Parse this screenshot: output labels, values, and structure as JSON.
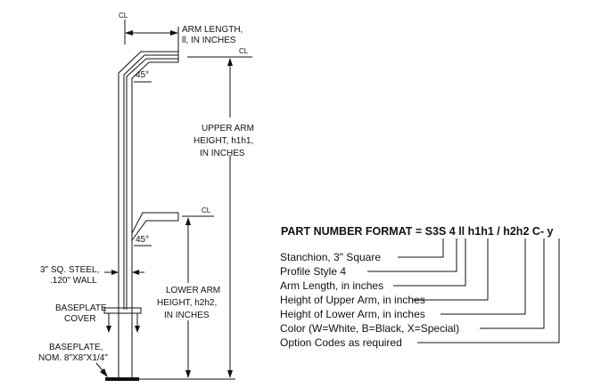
{
  "symbols": {
    "centerline": "CL",
    "angle": "45°"
  },
  "labels": {
    "arm_length": [
      "ARM LENGTH,",
      "ll, IN INCHES"
    ],
    "upper_arm_height": [
      "UPPER ARM",
      "HEIGHT, h1h1,",
      "IN INCHES"
    ],
    "lower_arm_height": [
      "LOWER ARM",
      "HEIGHT, h2h2,",
      "IN INCHES"
    ],
    "stanchion_steel": [
      "3\" SQ. STEEL,",
      ".120\" WALL"
    ],
    "baseplate_cover": [
      "BASEPLATE",
      "COVER"
    ],
    "baseplate": [
      "BASEPLATE,",
      "NOM. 8\"X8\"X1/4\""
    ]
  },
  "part_number": {
    "title": "PART NUMBER FORMAT = S3S 4 ll h1h1 / h2h2 C- y",
    "rows": [
      "Stanchion, 3\" Square",
      "Profile Style 4",
      "Arm Length, in inches",
      "Height of Upper Arm, in inches",
      "Height of Lower Arm, in inches",
      "Color (W=White, B=Black, X=Special)",
      "Option Codes as required"
    ]
  }
}
